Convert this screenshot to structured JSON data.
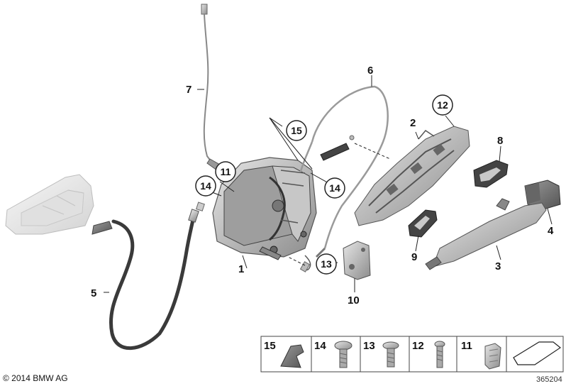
{
  "diagram": {
    "callouts": {
      "c1": "1",
      "c2": "2",
      "c3": "3",
      "c4": "4",
      "c5": "5",
      "c6": "6",
      "c7": "7",
      "c8": "8",
      "c9": "9",
      "c10": "10",
      "c11": "11",
      "c12": "12",
      "c13": "13",
      "c14a": "14",
      "c14b": "14",
      "c15": "15"
    },
    "legend": [
      "15",
      "14",
      "13",
      "12",
      "11"
    ]
  },
  "footer": {
    "copyright": "© 2014 BMW AG",
    "image_number": "365204"
  }
}
